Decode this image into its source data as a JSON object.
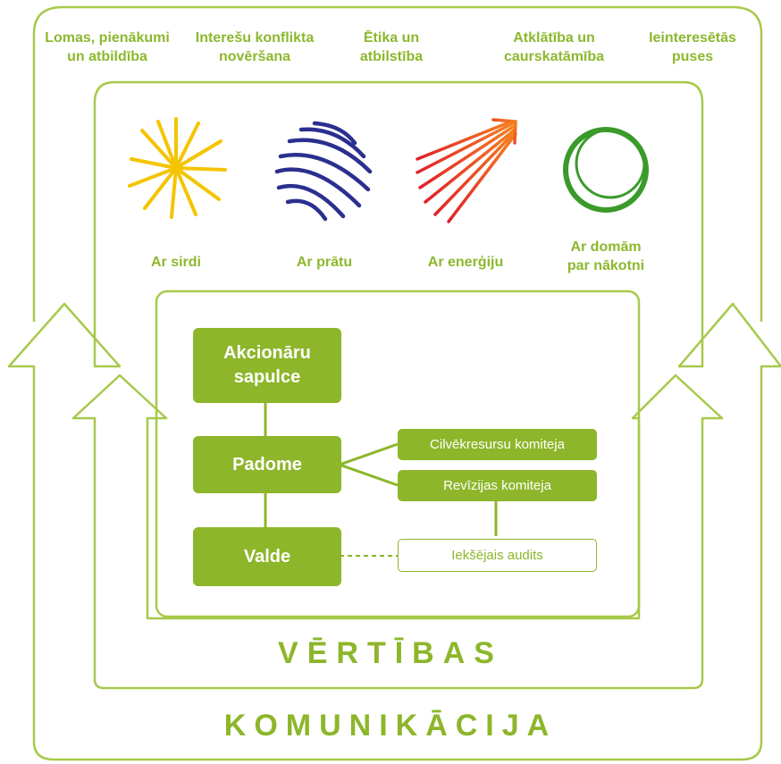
{
  "top_labels": [
    "Lomas, pienākumi\nun atbildība",
    "Interešu konflikta\nnovēršana",
    "Ētika un\natbilstība",
    "Atklātība un\ncaurskatāmība",
    "Ieinteresētās\npuses"
  ],
  "values": [
    {
      "label": "Ar sirdi",
      "icon": "sun-burst-icon",
      "color": "#f5c400"
    },
    {
      "label": "Ar prātu",
      "icon": "wave-lines-icon",
      "color": "#2b2f8f"
    },
    {
      "label": "Ar enerģiju",
      "icon": "arrow-rays-icon",
      "color": "#e8352a"
    },
    {
      "label": "Ar domām\npar nākotni",
      "icon": "rings-icon",
      "color": "#3a9a2a"
    }
  ],
  "org": {
    "shareholders": "Akcionāru\nsapulce",
    "council": "Padome",
    "board": "Valde",
    "hr_committee": "Cilvēkresursu komiteja",
    "audit_committee": "Revīzijas komiteja",
    "internal_audit": "Iekšējais audits"
  },
  "values_title": "VĒRTĪBAS",
  "communication_title": "KOMUNIKĀCIJA",
  "colors": {
    "accent": "#8db62a",
    "outline": "#a7c94a"
  }
}
